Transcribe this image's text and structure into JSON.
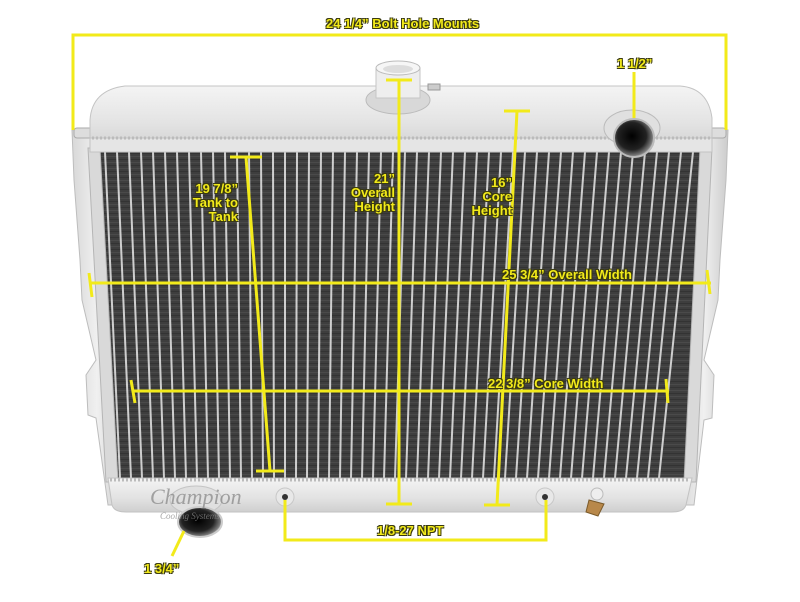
{
  "image": {
    "subject": "Aluminum radiator with dimension annotations",
    "annotation_color": "#f2ea1a",
    "core_color": "#3c3c3c",
    "tank_color": "#e8e8e8"
  },
  "labels": {
    "bolt_hole_mounts": "24 1/4” Bolt Hole Mounts",
    "inlet_size": "1 1/2”",
    "tank_to_tank_1": "19 7/8”",
    "tank_to_tank_2": "Tank to",
    "tank_to_tank_3": "Tank",
    "overall_height_1": "21”",
    "overall_height_2": "Overall",
    "overall_height_3": "Height",
    "core_height_1": "16”",
    "core_height_2": "Core",
    "core_height_3": "Height",
    "overall_width": "25 3/4” Overall Width",
    "core_width": "22 3/8” Core Width",
    "npt": "1/8-27 NPT",
    "outlet_size": "1 3/4”"
  },
  "watermark": {
    "brand": "Champion",
    "sub": "Cooling Systems"
  }
}
